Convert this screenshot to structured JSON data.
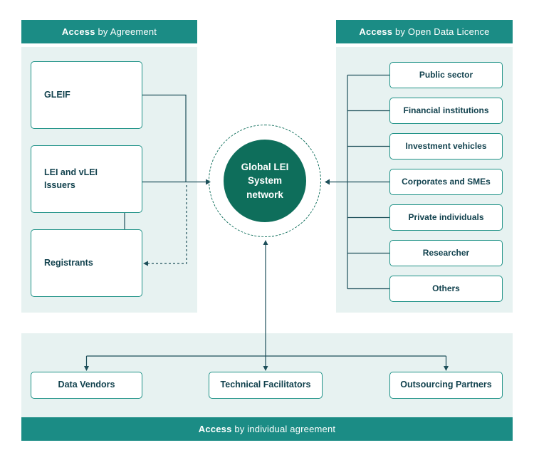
{
  "diagram": {
    "left_panel": {
      "header": {
        "bold": "Access",
        "rest": " by Agreement"
      },
      "boxes": [
        {
          "label": "GLEIF"
        },
        {
          "label": "LEI and vLEI Issuers"
        },
        {
          "label": "Registrants"
        }
      ]
    },
    "right_panel": {
      "header": {
        "bold": "Access",
        "rest": " by Open Data Licence"
      },
      "boxes": [
        {
          "label": "Public sector"
        },
        {
          "label": "Financial institutions"
        },
        {
          "label": "Investment vehicles"
        },
        {
          "label": "Corporates and SMEs"
        },
        {
          "label": "Private individuals"
        },
        {
          "label": "Researcher"
        },
        {
          "label": "Others"
        }
      ]
    },
    "bottom_panel": {
      "header": {
        "bold": "Access",
        "rest": " by individual agreement"
      },
      "boxes": [
        {
          "label": "Data Vendors"
        },
        {
          "label": "Technical Facilitators"
        },
        {
          "label": "Outsourcing Partners"
        }
      ]
    },
    "center": {
      "lines": [
        "Global LEI",
        "System",
        "network"
      ]
    },
    "colors": {
      "header_bg": "#1b8c85",
      "panel_bg": "#e7f2f1",
      "box_border": "#1f9287",
      "box_text": "#12424e",
      "circle_fill": "#0e6e5b",
      "line": "#1d4f5a"
    }
  }
}
